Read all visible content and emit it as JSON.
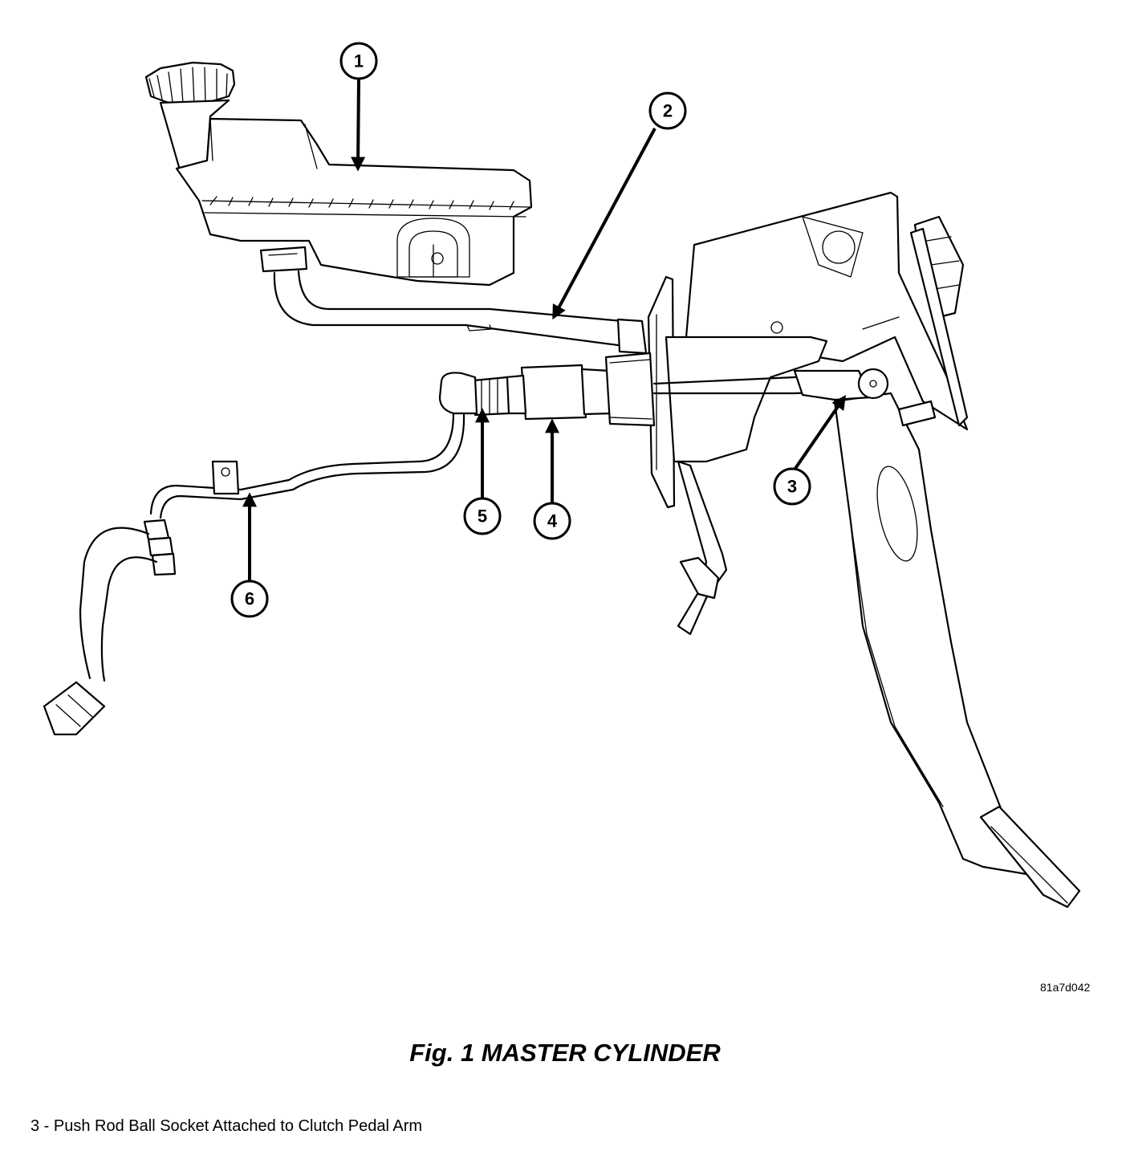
{
  "image_code": "81a7d042",
  "figure_title": "Fig. 1 MASTER CYLINDER",
  "legend": [
    "3 - Push Rod Ball Socket Attached to Clutch Pedal Arm"
  ],
  "callouts": [
    {
      "number": "1"
    },
    {
      "number": "2"
    },
    {
      "number": "3"
    },
    {
      "number": "4"
    },
    {
      "number": "5"
    },
    {
      "number": "6"
    }
  ]
}
